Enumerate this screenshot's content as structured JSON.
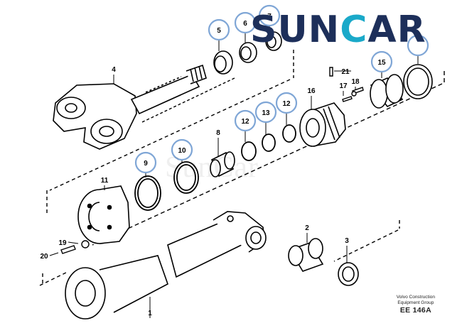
{
  "brand": {
    "name": "SUNCAR",
    "left_part": "SUN",
    "right_part": "AR",
    "color_dark": "#1d2f5a",
    "color_accent": "#1aa9c9"
  },
  "watermark": "SunCar",
  "plate": {
    "line1": "Volvo Construction",
    "line2": "Equipment Group",
    "code": "EE 146A"
  },
  "parts": [
    {
      "id": "p1",
      "label": "1",
      "name": "cylinder-tube",
      "highlighted": false
    },
    {
      "id": "p2",
      "label": "2",
      "name": "bushing",
      "highlighted": false
    },
    {
      "id": "p3",
      "label": "3",
      "name": "seal-ring",
      "highlighted": false
    },
    {
      "id": "p4",
      "label": "4",
      "name": "piston-rod",
      "highlighted": false
    },
    {
      "id": "p5",
      "label": "5",
      "name": "wiper-ring",
      "highlighted": true
    },
    {
      "id": "p6",
      "label": "6",
      "name": "rod-seal",
      "highlighted": true
    },
    {
      "id": "p7",
      "label": "7",
      "name": "buffer-seal",
      "highlighted": true
    },
    {
      "id": "p8",
      "label": "8",
      "name": "bushing",
      "highlighted": false
    },
    {
      "id": "p9",
      "label": "9",
      "name": "o-ring",
      "highlighted": true
    },
    {
      "id": "p10",
      "label": "10",
      "name": "backup-ring",
      "highlighted": true
    },
    {
      "id": "p11",
      "label": "11",
      "name": "cylinder-head",
      "highlighted": false
    },
    {
      "id": "p12a",
      "label": "12",
      "name": "wear-ring",
      "highlighted": true
    },
    {
      "id": "p13",
      "label": "13",
      "name": "o-ring",
      "highlighted": true
    },
    {
      "id": "p12b",
      "label": "12",
      "name": "wear-ring",
      "highlighted": true
    },
    {
      "id": "p15",
      "label": "15",
      "name": "piston-seal",
      "highlighted": true
    },
    {
      "id": "p16",
      "label": "16",
      "name": "piston",
      "highlighted": false
    },
    {
      "id": "p17",
      "label": "17",
      "name": "pin",
      "highlighted": false
    },
    {
      "id": "p18",
      "label": "18",
      "name": "screw",
      "highlighted": false
    },
    {
      "id": "p19",
      "label": "19",
      "name": "washer",
      "highlighted": false
    },
    {
      "id": "p20",
      "label": "20",
      "name": "bolt",
      "highlighted": false
    },
    {
      "id": "p21",
      "label": "21",
      "name": "grease-nipple",
      "highlighted": false
    },
    {
      "id": "p22",
      "label": "",
      "name": "guide-ring",
      "highlighted": true
    }
  ]
}
